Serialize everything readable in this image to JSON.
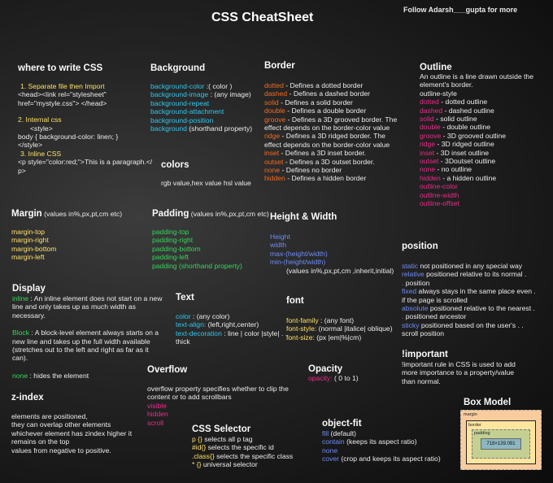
{
  "header": {
    "title": "CSS CheatSheet",
    "follow": "Follow Adarsh___gupta for more"
  },
  "where": {
    "heading": "where to write CSS",
    "l1": "1.  Separate file then Import",
    "l2": "<head><link rel=\"stylesheet\"",
    "l3": "href=\"mystyle.css\"> </head>",
    "l4": "2.   Internal css",
    "l5": "<style>",
    "l6": "body { background-color: linen; }",
    "l7": "</style>",
    "l8": "3.  Inline CSS",
    "l9": "<p style=\"color:red;\">This is a paragraph.</",
    "l10": "p>"
  },
  "background": {
    "heading": "Background",
    "items": [
      {
        "k": "background-color",
        "v": "  :( color )"
      },
      {
        "k": "background-image",
        "v": "  : (any image)"
      },
      {
        "k": "background-repeat",
        "v": ""
      },
      {
        "k": "background-attachment",
        "v": ""
      },
      {
        "k": "background-position",
        "v": ""
      },
      {
        "k": "background",
        "v": " (shorthand property)"
      }
    ]
  },
  "colors": {
    "heading": "colors",
    "text": "rgb value,hex value hsl value"
  },
  "border": {
    "heading": "Border",
    "items": [
      {
        "k": "dotted",
        "v": " - Defines a dotted border"
      },
      {
        "k": "dashed",
        "v": " - Defines a dashed border"
      },
      {
        "k": "solid",
        "v": " - Defines a solid border"
      },
      {
        "k": "double",
        "v": " - Defines a double border"
      },
      {
        "k": "groove",
        "v": " - Defines a 3D grooved border. The"
      },
      {
        "k": "",
        "v": "effect depends on the border-color value"
      },
      {
        "k": "ridge",
        "v": " - Defines a 3D ridged border. The"
      },
      {
        "k": "",
        "v": "effect depends on the border-color value"
      },
      {
        "k": "inset",
        "v": " - Defines a 3D inset border."
      },
      {
        "k": "outset",
        "v": " - Defines a 3D outset border."
      },
      {
        "k": "none",
        "v": " - Defines no border"
      },
      {
        "k": "hidden",
        "v": " - Defines a hidden border"
      }
    ]
  },
  "outline": {
    "heading": "Outline",
    "intro1": "An outline is a line drawn outside the",
    "intro2": "element's border.",
    "intro3": "outline-style",
    "items": [
      {
        "k": " dotted",
        "v": " -  dotted outline"
      },
      {
        "k": "dashed",
        "v": " -   dashed outline"
      },
      {
        "k": "solid",
        "v": " -  solid outline"
      },
      {
        "k": "double",
        "v": " - double outline"
      },
      {
        "k": "groove",
        "v": " - 3D grooved outline"
      },
      {
        "k": "ridge",
        "v": " -   3D ridged outline"
      },
      {
        "k": "inset",
        "v": " -   3D inset outline"
      },
      {
        "k": "outset",
        "v": " -  3Doutset outline"
      },
      {
        "k": "none",
        "v": " -  no outline"
      },
      {
        "k": "hidden",
        "v": " -  a hidden outline"
      }
    ],
    "props": [
      " outline-color",
      " outline-width",
      " outline-offset"
    ]
  },
  "margin": {
    "heading": "Margin",
    "note": " (values in%,px,pt,cm etc)",
    "items": [
      "margin-top",
      "margin-right",
      "margin-bottom",
      "margin-left"
    ]
  },
  "padding": {
    "heading": "Padding",
    "note": " (values in%,px,pt,cm etc)",
    "items": [
      "padding-top",
      "padding-right",
      "padding-bottom",
      "padding-left",
      "padding (shorthand property)"
    ]
  },
  "hw": {
    "heading": "Height & Width",
    "items": [
      "Height",
      "width",
      "max-(height/width)",
      "min-(height/width)"
    ],
    "values": "(values in%,px,pt,cm ,inherit,initial)"
  },
  "position": {
    "heading": "position",
    "items": [
      {
        "k": "static",
        "v": "     not positioned in any special way"
      },
      {
        "k": "relative",
        "v": "   positioned relative to its normal  ."
      },
      {
        "k": ".",
        "v": "                        position"
      },
      {
        "k": "fixed",
        "v": "        always stays in the same place even ."
      },
      {
        "k": "",
        "v": "if the page is scrolled"
      },
      {
        "k": "absolute",
        "v": "  positioned relative to the nearest ."
      },
      {
        "k": ".",
        "v": "                    positioned ancestor"
      },
      {
        "k": "sticky",
        "v": "       positioned based on the user's .      ."
      },
      {
        "k": "",
        "v": "scroll position"
      }
    ]
  },
  "display": {
    "heading": "Display",
    "inline_k": "inline",
    "inline_v": " : An inline element does not start on a new line and only takes up as much width as necessary.",
    "block_k": "Block",
    "block_v": " : A block-level element always starts on a new line and takes up the full width available (stretches out to the left and right as far as it can).",
    "none_k": "none",
    "none_v": " :  hides the element"
  },
  "text": {
    "heading": "Text",
    "items": [
      {
        "k": "color",
        "v": " :  (any color)"
      },
      {
        "k": "text-align:",
        "v": " (left,right,center)"
      },
      {
        "k": "text-decoration",
        "v": " : line | color |style| .  ."
      }
    ],
    "extra": "thick"
  },
  "font": {
    "heading": "font",
    "items": [
      {
        "k": "font-family",
        "v": " : (any font)"
      },
      {
        "k": "font-style:",
        "v": " (normal |italice| oblique)"
      },
      {
        "k": "font-size:",
        "v": " (px |em|%|cm)"
      }
    ]
  },
  "important": {
    "heading": "!important",
    "l1": "!important rule in CSS is used to add",
    "l2": " more importance to a property/value",
    "l3": "than normal."
  },
  "overflow": {
    "heading": "Overflow",
    "l1": "overflow property specifies whether to clip the",
    "l2": "content or to add scrollbars",
    "items": [
      "visible",
      "hidden",
      "scroll"
    ]
  },
  "opacity": {
    "heading": "Opacity",
    "k": "opacity:",
    "v": " ( 0 to 1)"
  },
  "zindex": {
    "heading": "z-index",
    "l1": "elements are positioned,",
    "l2": " they can overlap other elements",
    "l3": "whichever element has zindex higher it",
    "l4": "remains on the top",
    "l5": "values from negative to positive."
  },
  "selector": {
    "heading": "CSS  Selector",
    "items": [
      {
        "k": "p {}",
        "v": " selects all p tag"
      },
      {
        "k": "#id{}",
        "v": "  selects the specific  id"
      },
      {
        "k": ".class{}",
        "v": " selects the specific  class"
      },
      {
        "k": "* {}",
        "v": " universal selector"
      }
    ]
  },
  "objectfit": {
    "heading": "object-fit",
    "items": [
      {
        "k": "fill",
        "v": " (default)"
      },
      {
        "k": "contain",
        "v": " (keeps its aspect ratio)"
      },
      {
        "k": "none",
        "v": ""
      },
      {
        "k": "cover",
        "v": " (crop and keeps its aspect ratio)"
      }
    ]
  },
  "boxmodel": {
    "heading": "Box Model",
    "margin": "margin",
    "border": "border",
    "padding": "padding",
    "content": "718×139.091"
  },
  "colors_palette": {
    "bg": "#1b1b1b",
    "yellow": "#ffe066",
    "green": "#35d65b",
    "cyan": "#2ec7ee",
    "orange": "#f26b22",
    "pink": "#ee2a8c",
    "blue": "#6f8cf7"
  }
}
